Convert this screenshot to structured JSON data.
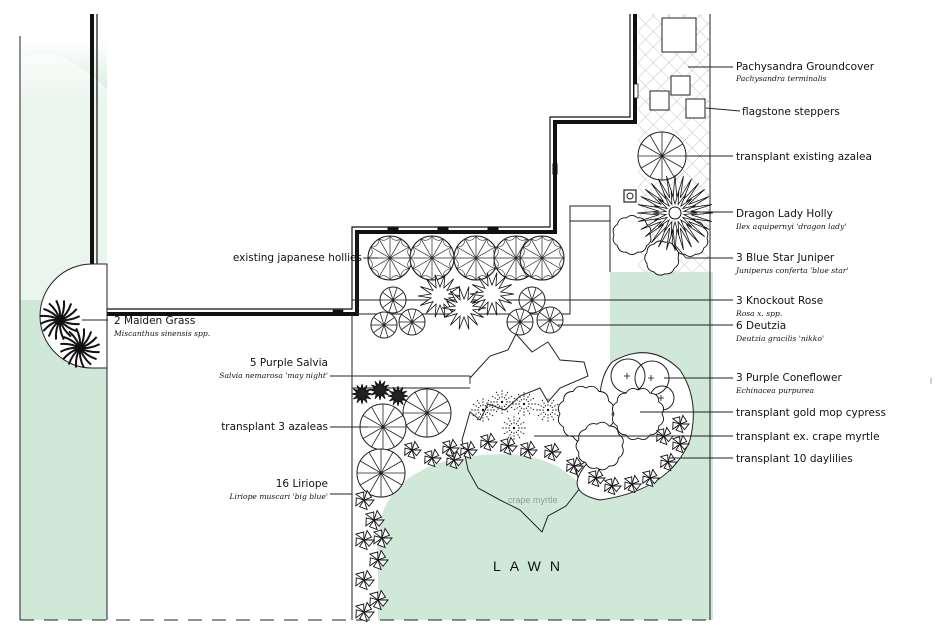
{
  "colors": {
    "lawn_green": "#cfe8d8",
    "lawn_green_edge": "#c4e2d0",
    "ink": "#111111",
    "hatch": "#9a9a9a"
  },
  "labels": {
    "pachysandra": {
      "name": "Pachysandra Groundcover",
      "latin": "Pachysandra terminalis"
    },
    "flagstone": {
      "name": "flagstone steppers"
    },
    "azalea_existing": {
      "name": "transplant existing azalea"
    },
    "holly": {
      "name": "Dragon Lady Holly",
      "latin": "Ilex aquipernyi 'dragon lady'"
    },
    "juniper": {
      "name": "3 Blue Star Juniper",
      "latin": "Juniperus conferta 'blue star'"
    },
    "knockout": {
      "name": "3 Knockout Rose",
      "latin": "Rosa x. spp."
    },
    "deutzia": {
      "name": "6 Deutzia",
      "latin": "Deutzia gracilis 'nikko'"
    },
    "coneflower": {
      "name": "3 Purple Coneflower",
      "latin": "Echinacea purpurea"
    },
    "goldmop": {
      "name": "transplant gold mop cypress"
    },
    "crape": {
      "name": "transplant ex. crape myrtle"
    },
    "daylilies": {
      "name": "transplant 10 daylilies"
    },
    "japanese_hollies": {
      "name": "existing japanese hollies"
    },
    "maiden": {
      "name": "2 Maiden Grass",
      "latin": "Miscanthus sinensis spp."
    },
    "salvia": {
      "name": "5 Purple Salvia",
      "latin": "Salvia nemarosa 'may night'"
    },
    "azaleas3": {
      "name": "transplant 3 azaleas"
    },
    "liriope": {
      "name": "16 Liriope",
      "latin": "Liriope muscari 'big blue'"
    },
    "crape_canopy": {
      "name": "crape myrtle"
    },
    "lawn": {
      "name": "LAWN"
    }
  },
  "icons": {
    "tree_circle": "radial-spoke-circle",
    "starburst": "spiky-starburst",
    "grass": "grass-clump",
    "pinwheel": "pinwheel-groundcover",
    "cloud": "cloud-outline-shrub"
  }
}
